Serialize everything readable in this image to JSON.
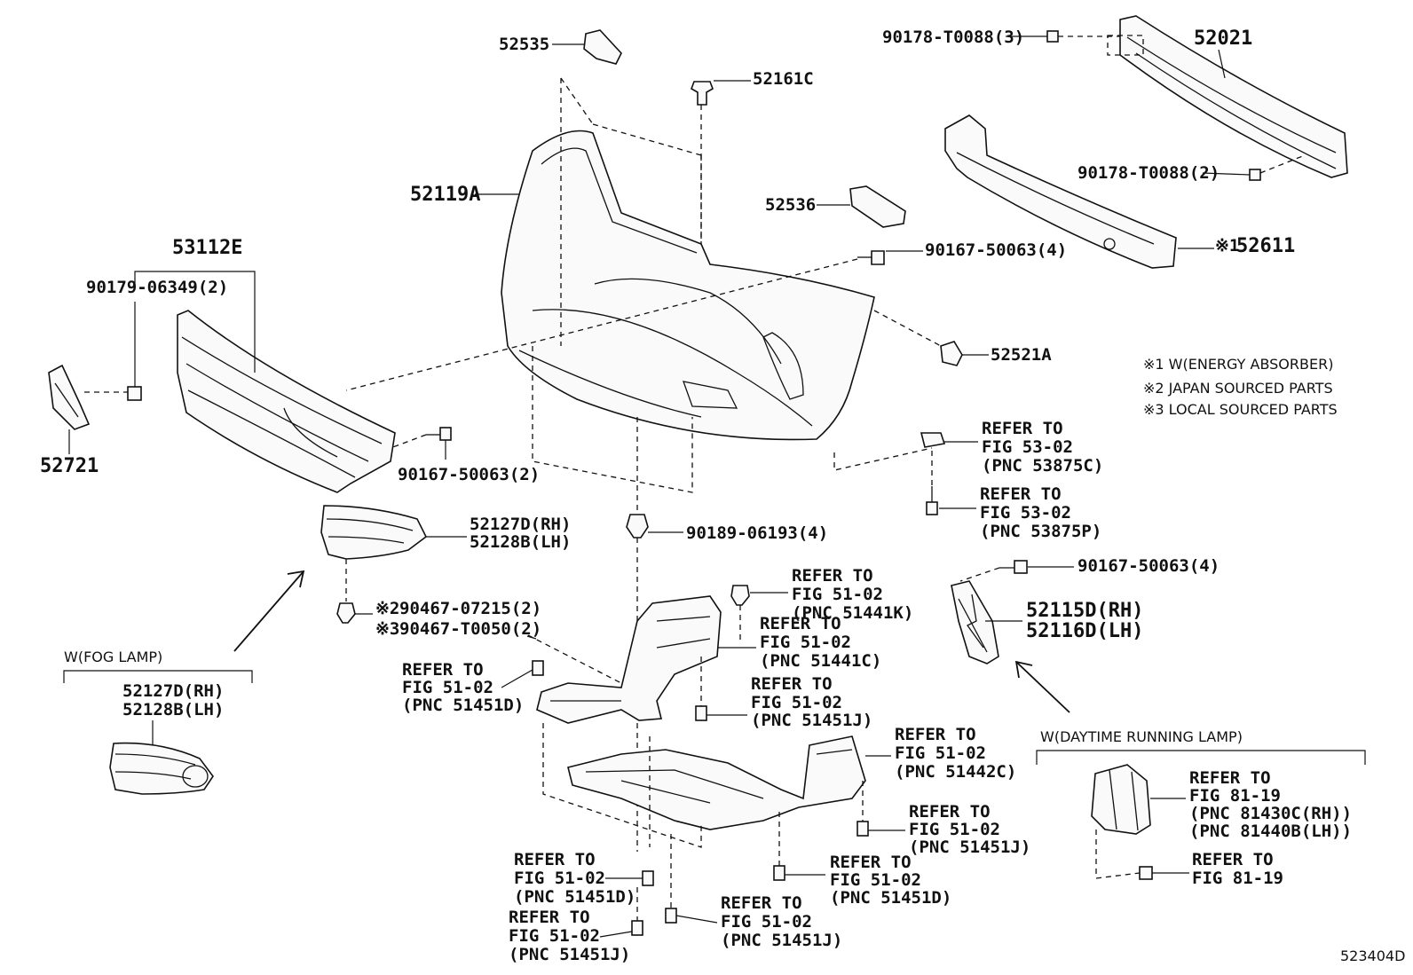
{
  "diagram_id": "523404D",
  "notes": [
    "※1 W(ENERGY ABSORBER)",
    "※2 JAPAN SOURCED PARTS",
    "※3 LOCAL SOURCED PARTS"
  ],
  "groups": {
    "fog_lamp": "W(FOG LAMP)",
    "drl": "W(DAYTIME RUNNING LAMP)"
  },
  "parts": {
    "p52535": "52535",
    "p52161c": "52161C",
    "p52119a": "52119A",
    "p52536": "52536",
    "p53112e": "53112E",
    "p90179": "90179-06349(2)",
    "p52721": "52721",
    "p90167_2": "90167-50063(2)",
    "p52127d_a": "52127D(RH)",
    "p52128b_a": "52128B(LH)",
    "p90467_a": "90467-07215(2)",
    "p90467_b": "90467-T0050(2)",
    "mark2": "※2",
    "mark3": "※3",
    "p52127d_b": "52127D(RH)",
    "p52128b_b": "52128B(LH)",
    "p90178_3": "90178-T0088(3)",
    "p52021": "52021",
    "p90178_2": "90178-T0088(2)",
    "p52611_mark": "※1",
    "p52611": "52611",
    "p90167_4a": "90167-50063(4)",
    "p52521a": "52521A",
    "p90189": "90189-06193(4)",
    "p90167_4b": "90167-50063(4)",
    "p52115d": "52115D(RH)",
    "p52116d": "52116D(LH)"
  },
  "refs": {
    "r53875c": [
      "REFER TO",
      "FIG 53-02",
      "(PNC 53875C)"
    ],
    "r53875p": [
      "REFER TO",
      "FIG 53-02",
      "(PNC 53875P)"
    ],
    "r51441k": [
      "REFER TO",
      "FIG 51-02",
      "(PNC 51441K)"
    ],
    "r51441c": [
      "REFER TO",
      "FIG 51-02",
      "(PNC 51441C)"
    ],
    "r51451d_a": [
      "REFER TO",
      "FIG 51-02",
      "(PNC 51451D)"
    ],
    "r51451j_a": [
      "REFER TO",
      "FIG 51-02",
      "(PNC 51451J)"
    ],
    "r51442c": [
      "REFER TO",
      "FIG 51-02",
      "(PNC 51442C)"
    ],
    "r51451j_b": [
      "REFER TO",
      "FIG 51-02",
      "(PNC 51451J)"
    ],
    "r51451d_b": [
      "REFER TO",
      "FIG 51-02",
      "(PNC 51451D)"
    ],
    "r51451d_c": [
      "REFER TO",
      "FIG 51-02",
      "(PNC 51451D)"
    ],
    "r51451j_c": [
      "REFER TO",
      "FIG 51-02",
      "(PNC 51451J)"
    ],
    "r51451j_d": [
      "REFER TO",
      "FIG 51-02",
      "(PNC 51451J)"
    ],
    "r81430c": [
      "REFER TO",
      "FIG 81-19",
      "(PNC 81430C(RH))",
      "(PNC 81440B(LH))"
    ],
    "r81_19": [
      "REFER TO",
      "FIG 81-19"
    ]
  }
}
